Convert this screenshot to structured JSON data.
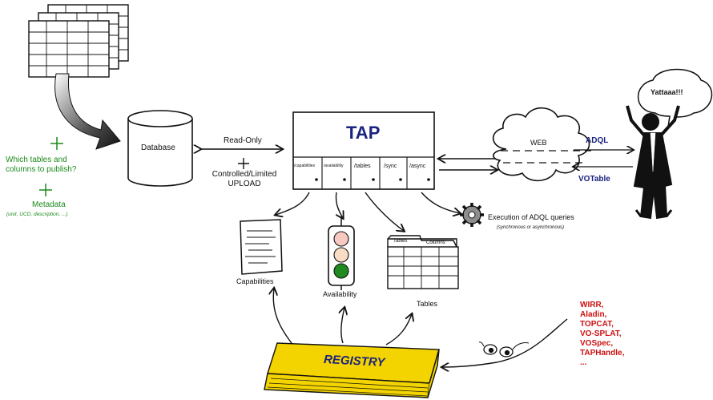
{
  "database": {
    "label": "Database"
  },
  "link": {
    "read_only": "Read-Only",
    "plus": "+",
    "controlled": "Controlled/Limited",
    "upload": "UPLOAD"
  },
  "publish": {
    "plus_1": "+",
    "which_tables_line1": "Which tables and",
    "which_tables_line2": "columns to publish?",
    "plus_2": "+",
    "metadata": "Metadata",
    "metadata_detail": "(unit, UCD, description, ...)"
  },
  "tap": {
    "title": "TAP",
    "endpoints": [
      "/capabilities",
      "/availability",
      "/tables",
      "/sync",
      "/async"
    ]
  },
  "web": {
    "label": "WEB",
    "adql": "ADQL",
    "votable": "VOTable"
  },
  "user": {
    "shout": "Yattaaa!!!"
  },
  "execution": {
    "title": "Execution of ADQL queries",
    "subtitle": "(synchronous or asynchronous)"
  },
  "capabilities": {
    "label": "Capabilities"
  },
  "availability": {
    "label": "Availability"
  },
  "tables": {
    "label": "Tables",
    "tab_tables": "Tables",
    "tab_columns": "Columns"
  },
  "registry": {
    "label": "REGISTRY"
  },
  "clients": [
    "WIRR,",
    "Aladin,",
    "TOPCAT,",
    "VO-SPLAT,",
    "VOSpec,",
    "TAPHandle,",
    "..."
  ],
  "colors": {
    "green": "#1c8a1c",
    "red": "#cc1111",
    "navy": "#1a237e",
    "registry_yellow": "#f4d400",
    "light_red": "#f7c9c0",
    "light_orange": "#f9dcc4",
    "dark_green": "#1f8a1f"
  }
}
